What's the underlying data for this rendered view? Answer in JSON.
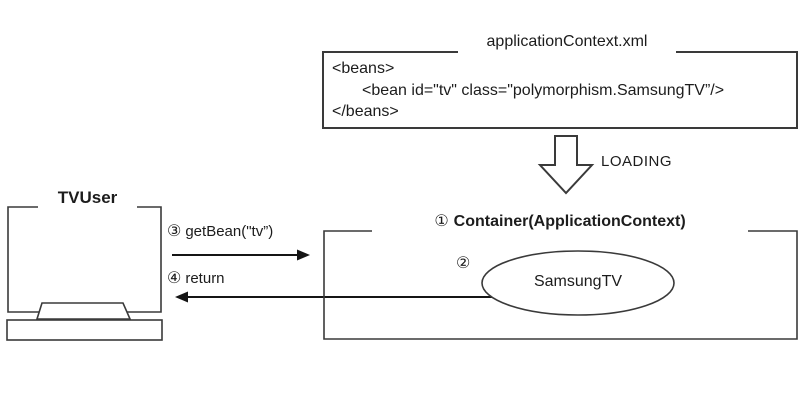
{
  "xml_file": {
    "title": "applicationContext.xml",
    "code_lines": [
      "<beans>",
      "<bean id=\"tv\" class=\"polymorphism.SamsungTV”/>",
      "</beans>"
    ]
  },
  "loading": {
    "label": "LOADING"
  },
  "tv_user": {
    "title": "TVUser"
  },
  "messages": {
    "get_bean": {
      "number": "③",
      "label": "getBean(\"tv”)"
    },
    "return": {
      "number": "④",
      "label": "return"
    }
  },
  "container": {
    "number": "①",
    "title": "Container(ApplicationContext)"
  },
  "bean": {
    "number": "②",
    "label": "SamsungTV"
  },
  "colors": {
    "line": "#3a3a3a",
    "arrow": "#151515",
    "text": "#1c1c1c"
  }
}
